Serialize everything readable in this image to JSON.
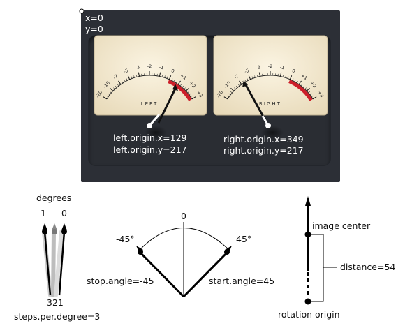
{
  "corner": {
    "x_label": "x=0",
    "y_label": "y=0"
  },
  "meters": {
    "scale_ticks": [
      "-20",
      "-10",
      "-7",
      "-5",
      "-3",
      "-2",
      "-1",
      "0",
      "+1",
      "+2",
      "+3"
    ],
    "left": {
      "name": "LEFT",
      "origin_x_label": "left.origin.x=129",
      "origin_y_label": "left.origin.y=217"
    },
    "right": {
      "name": "RIGHT",
      "origin_x_label": "right.origin.x=349",
      "origin_y_label": "right.origin.y=217"
    }
  },
  "degrees_diagram": {
    "title": "degrees",
    "mark_1": "1",
    "mark_0": "0",
    "steps_label": "321",
    "caption": "steps.per.degree=3"
  },
  "angle_diagram": {
    "zero_label": "0",
    "neg_label": "-45°",
    "pos_label": "45°",
    "stop_label": "stop.angle=-45",
    "start_label": "start.angle=45"
  },
  "rotation_diagram": {
    "image_center_label": "image center",
    "distance_label": "distance=54",
    "rotation_origin_label": "rotation origin"
  },
  "colors": {
    "panel": "#2c2f36",
    "dial_face": "#f3e8cf",
    "red_zone": "#cc1f2a",
    "needle": "#111111"
  }
}
